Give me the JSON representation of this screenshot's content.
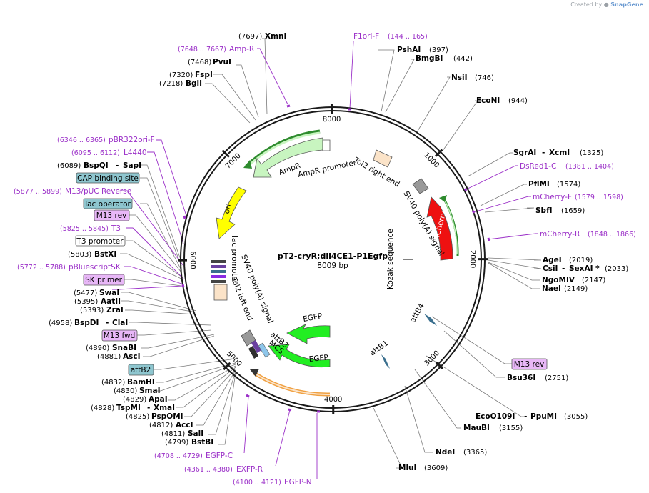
{
  "credit": {
    "prefix": "Created by",
    "brand": "SnapGene"
  },
  "plasmid": {
    "name": "pT2-cryR;dll4CE1-P1Egfp",
    "size": "8009 bp"
  },
  "ticks": [
    "1000",
    "2000",
    "3000",
    "4000",
    "5000",
    "6000",
    "7000",
    "8000"
  ],
  "features": {
    "ampr": "AmpR",
    "ampr_promoter": "AmpR promoter",
    "tol2_right": "Tol2 right end",
    "sv40_right": "SV40 poly(A) signal",
    "mcherry": "mCherry",
    "kozak": "Kozak sequence",
    "ori": "ori",
    "lac_promoter": "lac promoter",
    "sv40_left": "SV40 poly(A) signal",
    "tol2_left": "Tol2 left end",
    "attb3": "attB3",
    "mcs": "MCS",
    "egfp1": "EGFP",
    "egfp2": "EGFP",
    "attb4": "attB4",
    "attb1": "attB1"
  },
  "sites": {
    "xmni": {
      "name": "XmnI",
      "pos": "(7697)"
    },
    "ampr_primer": {
      "pos": "(7648 .. 7667)",
      "name": "Amp-R"
    },
    "pvui": {
      "name": "PvuI",
      "pos": "(7468)"
    },
    "fspi": {
      "name": "FspI",
      "pos": "(7320)"
    },
    "bgli": {
      "name": "BglI",
      "pos": "(7218)"
    },
    "f1ori": {
      "name": "F1ori-F",
      "pos": "(144 .. 165)"
    },
    "pshai": {
      "name": "PshAI",
      "pos": "(397)"
    },
    "bmgbi": {
      "name": "BmgBI",
      "pos": "(442)"
    },
    "nsii": {
      "name": "NsiI",
      "pos": "(746)"
    },
    "econi": {
      "name": "EcoNI",
      "pos": "(944)"
    },
    "sgrai": {
      "name": "SgrAI",
      "sep": "-",
      "name2": "XcmI",
      "pos": "(1325)"
    },
    "dsred": {
      "name": "DsRed1-C",
      "pos": "(1381 .. 1404)"
    },
    "pflmi": {
      "name": "PflMI",
      "pos": "(1574)"
    },
    "mcherryf": {
      "name": "mCherry-F",
      "pos": "(1579 .. 1598)"
    },
    "sbfi": {
      "name": "SbfI",
      "pos": "(1659)"
    },
    "mcherryr": {
      "name": "mCherry-R",
      "pos": "(1848 .. 1866)"
    },
    "agei": {
      "name": "AgeI",
      "pos": "(2019)"
    },
    "csii": {
      "name": "CsiI",
      "sep": "-",
      "name2": "SexAI *",
      "pos": "(2033)"
    },
    "ngomiv": {
      "name": "NgoMIV",
      "pos": "(2147)"
    },
    "naei": {
      "name": "NaeI",
      "pos": "(2149)"
    },
    "m13rev_r": {
      "name": "M13 rev"
    },
    "bsu36i": {
      "name": "Bsu36I",
      "pos": "(2751)"
    },
    "eco0109i": {
      "name": "EcoO109I",
      "sep": "-",
      "name2": "PpuMI",
      "pos": "(3055)"
    },
    "maubi": {
      "name": "MauBI",
      "pos": "(3155)"
    },
    "ndei": {
      "name": "NdeI",
      "pos": "(3365)"
    },
    "mlui": {
      "name": "MluI",
      "pos": "(3609)"
    },
    "egfpn": {
      "pos": "(4100 .. 4121)",
      "name": "EGFP-N"
    },
    "exfpr": {
      "pos": "(4361 .. 4380)",
      "name": "EXFP-R"
    },
    "egfpc": {
      "pos": "(4708 .. 4729)",
      "name": "EGFP-C"
    },
    "bstbi": {
      "pos": "(4799)",
      "name": "BstBI"
    },
    "sali": {
      "pos": "(4811)",
      "name": "SalI"
    },
    "acci": {
      "pos": "(4812)",
      "name": "AccI"
    },
    "pspomi": {
      "pos": "(4825)",
      "name": "PspOMI"
    },
    "tspmi": {
      "pos": "(4828)",
      "name": "TspMI",
      "sep": "-",
      "name2": "XmaI"
    },
    "apai": {
      "pos": "(4829)",
      "name": "ApaI"
    },
    "smai": {
      "pos": "(4830)",
      "name": "SmaI"
    },
    "bamhi": {
      "pos": "(4832)",
      "name": "BamHI"
    },
    "attb2": {
      "name": "attB2"
    },
    "asci": {
      "pos": "(4881)",
      "name": "AscI"
    },
    "snabi": {
      "pos": "(4890)",
      "name": "SnaBI"
    },
    "m13fwd": {
      "name": "M13 fwd"
    },
    "bspdi": {
      "pos": "(4958)",
      "name": "BspDI",
      "sep": "-",
      "name2": "ClaI"
    },
    "zrai": {
      "pos": "(5393)",
      "name": "ZraI"
    },
    "aatii": {
      "pos": "(5395)",
      "name": "AatII"
    },
    "swai": {
      "pos": "(5477)",
      "name": "SwaI"
    },
    "skprimer": {
      "name": "SK primer"
    },
    "pbluescript": {
      "pos": "(5772 .. 5788)",
      "name": "pBluescriptSK"
    },
    "bstxi": {
      "pos": "(5803)",
      "name": "BstXI"
    },
    "t3promoter": {
      "name": "T3 promoter"
    },
    "t3": {
      "pos": "(5825 .. 5845)",
      "name": "T3"
    },
    "m13rev_l": {
      "name": "M13 rev"
    },
    "lacop": {
      "name": "lac operator"
    },
    "m13puc": {
      "pos": "(5877 .. 5899)",
      "name": "M13/pUC Reverse"
    },
    "capsite": {
      "name": "CAP binding site"
    },
    "bspqi": {
      "pos": "(6089)",
      "name": "BspQI",
      "sep": "-",
      "name2": "SapI"
    },
    "l4440": {
      "pos": "(6095 .. 6112)",
      "name": "L4440"
    },
    "pbr322": {
      "pos": "(6346 .. 6365)",
      "name": "pBR322ori-F"
    }
  },
  "colors": {
    "backbone": "#1a1a1a",
    "primer": "#9b30c8",
    "ampr_fill": "#c8f5c0",
    "egfp_fill": "#22ee22",
    "mcherry_fill": "#ee1111",
    "ori_fill": "#ffff00",
    "tol2_fill": "#fbe3c8",
    "attb_fill": "#3a6f8e",
    "feature_box_blue": "#8ec6cf",
    "feature_box_purple": "#e8b7f7"
  }
}
